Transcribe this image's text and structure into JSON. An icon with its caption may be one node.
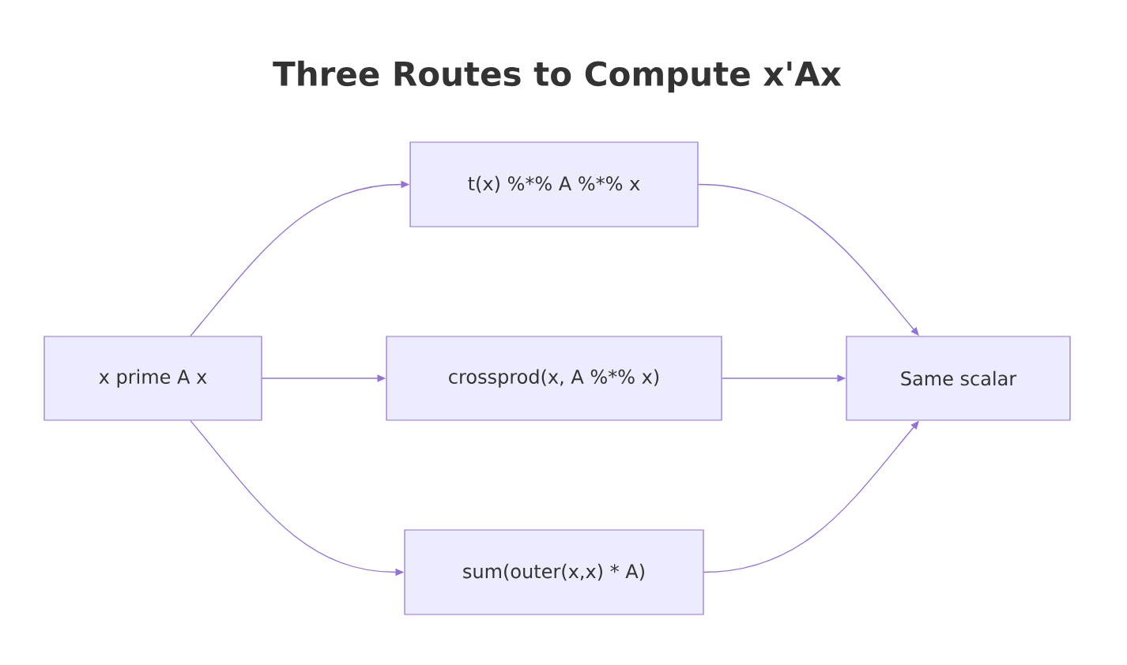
{
  "diagram": {
    "title": "Three Routes to Compute x'Ax",
    "nodes": [
      {
        "text": [
          "x prime A x"
        ]
      },
      {
        "text": [
          "t(x) %*% A %*% x"
        ]
      },
      {
        "text": [
          "crossprod(x, A %*% x)"
        ]
      },
      {
        "text": [
          "sum(outer(x,x) * A)"
        ]
      },
      {
        "text": [
          "Same scalar"
        ]
      }
    ],
    "edges": [
      {
        "from": 0,
        "to": 1,
        "arrow": "to"
      },
      {
        "from": 0,
        "to": 2,
        "arrow": "to"
      },
      {
        "from": 0,
        "to": 3,
        "arrow": "to"
      },
      {
        "from": 1,
        "to": 4,
        "arrow": "to"
      },
      {
        "from": 2,
        "to": 4,
        "arrow": "to"
      },
      {
        "from": 3,
        "to": 4,
        "arrow": "to"
      }
    ]
  }
}
